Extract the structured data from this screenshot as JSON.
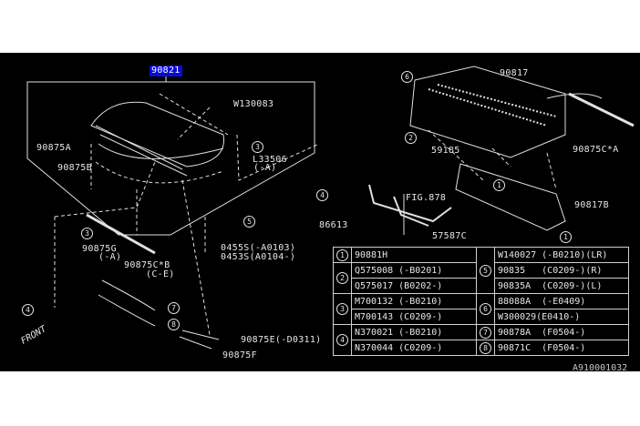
{
  "diagram": {
    "selected_part": "90821",
    "labels": {
      "w130083": "W130083",
      "p90875a": "90875A",
      "p90875b": "90875B",
      "l33506": "L33506",
      "l33506_note": "(-A)",
      "p90875g": "90875G",
      "p90875g_note": "(-A)",
      "p90875cb": "90875C*B",
      "p90875cb_note": "(C-E)",
      "s0455": "0455S(-A0103)",
      "s0453": "0453S(A0104-)",
      "p90875e": "90875E(-D0311)",
      "p90875f": "90875F",
      "p90817": "90817",
      "p90875ca": "90875C*A",
      "p59185": "59185",
      "fig878": "FIG.878",
      "p90817b": "90817B",
      "p86613": "86613",
      "p57587c": "57587C",
      "front": "FRONT"
    },
    "callouts": [
      "1",
      "2",
      "3",
      "4",
      "5",
      "6",
      "7",
      "8"
    ],
    "doc_id": "A910001032"
  },
  "legend": {
    "left": [
      {
        "num": "1",
        "parts": [
          "90881H"
        ]
      },
      {
        "num": "2",
        "parts": [
          "Q575008 (-B0201)",
          "Q575017 (B0202-)"
        ]
      },
      {
        "num": "3",
        "parts": [
          "M700132 (-B0210)",
          "M700143 (C0209-)"
        ]
      },
      {
        "num": "4",
        "parts": [
          "N370021 (-B0210)",
          "N370044 (C0209-)"
        ]
      }
    ],
    "right": [
      {
        "num": "5",
        "parts": [
          "W140027 (-B0210)(LR)",
          "90835   (C0209-)(R)",
          "90835A  (C0209-)(L)"
        ]
      },
      {
        "num": "6",
        "parts": [
          "88088A  (-E0409)",
          "W300029(E0410-)"
        ]
      },
      {
        "num": "7",
        "parts": [
          "90878A  (F0504-)"
        ]
      },
      {
        "num": "8",
        "parts": [
          "90871C  (F0504-)"
        ]
      }
    ]
  }
}
